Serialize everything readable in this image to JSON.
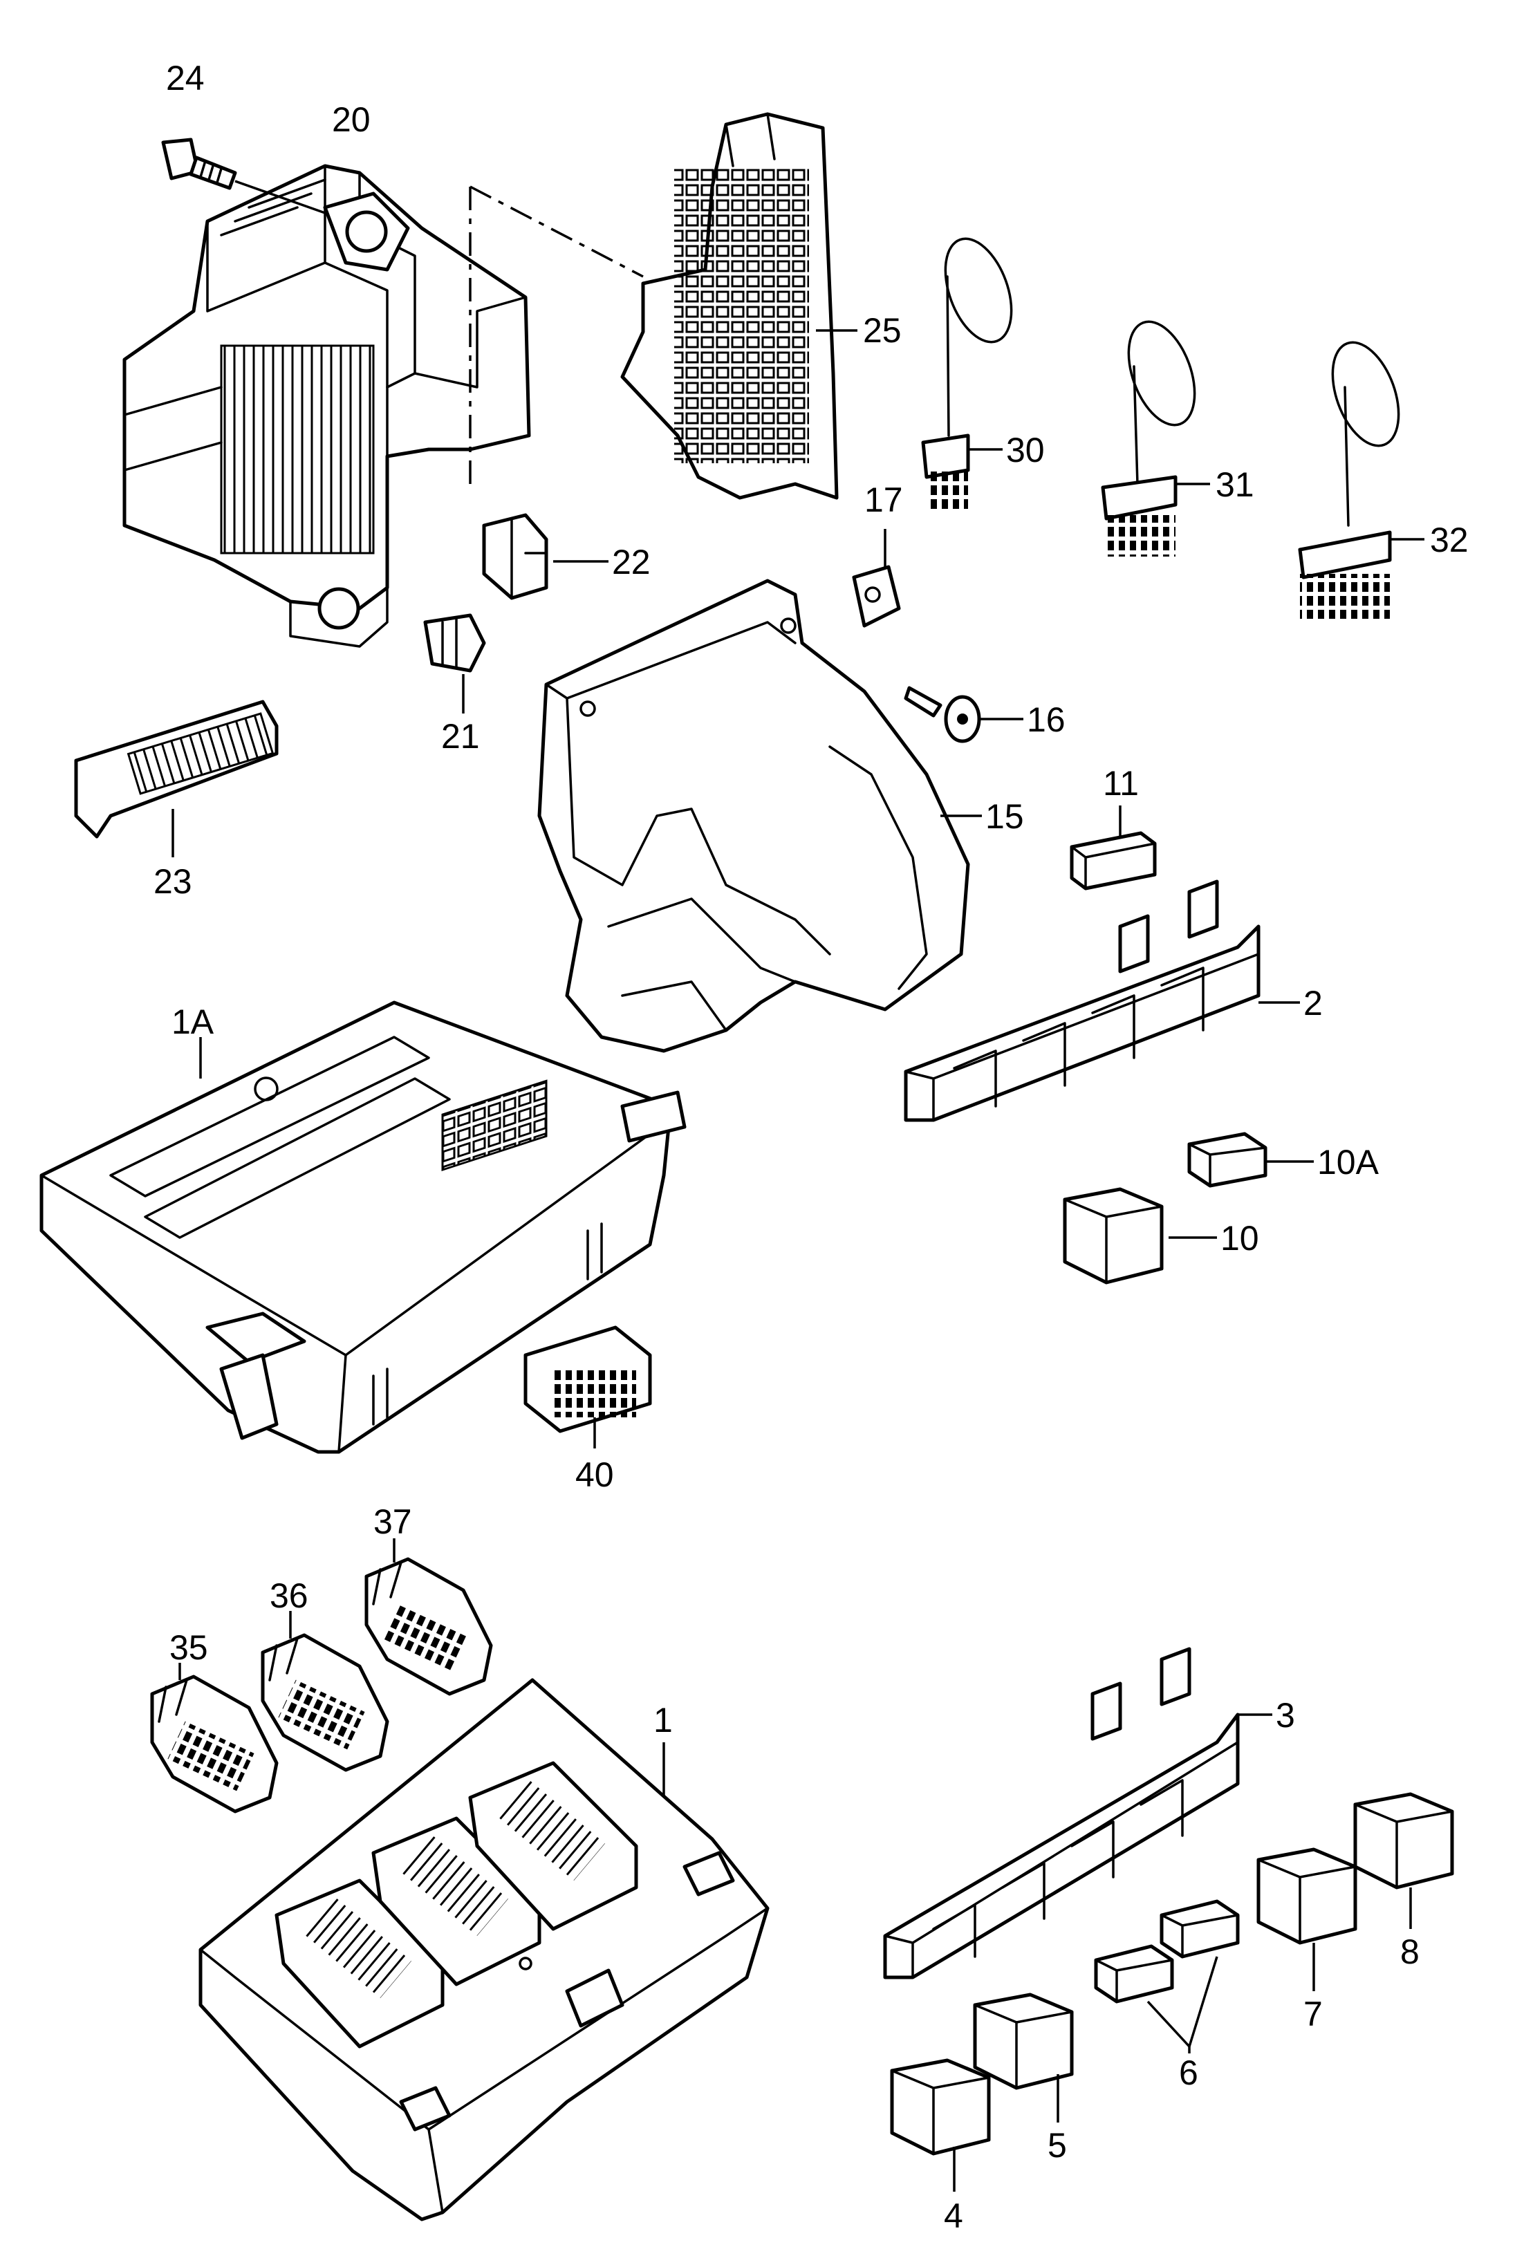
{
  "callouts": {
    "c1": "1",
    "c1A": "1A",
    "c2": "2",
    "c3": "3",
    "c4": "4",
    "c5": "5",
    "c6": "6",
    "c7": "7",
    "c8": "8",
    "c10": "10",
    "c10A": "10A",
    "c11": "11",
    "c15": "15",
    "c16": "16",
    "c17": "17",
    "c20": "20",
    "c21": "21",
    "c22": "22",
    "c23": "23",
    "c24": "24",
    "c25": "25",
    "c30": "30",
    "c31": "31",
    "c32": "32",
    "c35": "35",
    "c36": "36",
    "c37": "37",
    "c40": "40"
  }
}
